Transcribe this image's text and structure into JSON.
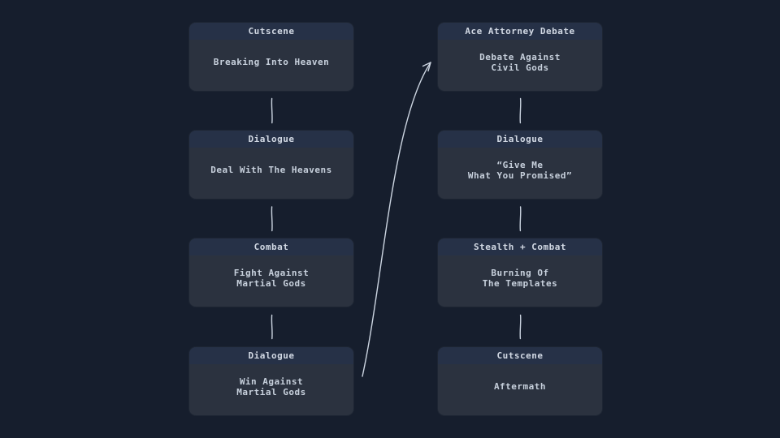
{
  "diagram": {
    "background_color": "#161e2d",
    "card_header_color": "#263147",
    "card_body_color": "#2b323f",
    "text_color": "#c7d0dc",
    "connector_color": "#ccd5e1",
    "cards": [
      {
        "type": "Cutscene",
        "title": "Breaking Into Heaven"
      },
      {
        "type": "Dialogue",
        "title": "Deal With The Heavens"
      },
      {
        "type": "Combat",
        "title": "Fight Against\nMartial Gods"
      },
      {
        "type": "Dialogue",
        "title": "Win Against\nMartial Gods"
      },
      {
        "type": "Ace Attorney Debate",
        "title": "Debate Against\nCivil Gods"
      },
      {
        "type": "Dialogue",
        "title": "“Give Me\nWhat You Promised”"
      },
      {
        "type": "Stealth + Combat",
        "title": "Burning Of\nThe Templates"
      },
      {
        "type": "Cutscene",
        "title": "Aftermath"
      }
    ],
    "connectors": [
      {
        "from": "Breaking Into Heaven",
        "to": "Deal With The Heavens",
        "shape": "vertical-line"
      },
      {
        "from": "Deal With The Heavens",
        "to": "Fight Against Martial Gods",
        "shape": "vertical-line"
      },
      {
        "from": "Fight Against Martial Gods",
        "to": "Win Against Martial Gods",
        "shape": "vertical-line"
      },
      {
        "from": "Debate Against Civil Gods",
        "to": "Give Me What You Promised",
        "shape": "vertical-line"
      },
      {
        "from": "Give Me What You Promised",
        "to": "Burning Of The Templates",
        "shape": "vertical-line"
      },
      {
        "from": "Burning Of The Templates",
        "to": "Aftermath",
        "shape": "vertical-line"
      },
      {
        "from": "Win Against Martial Gods",
        "to": "Debate Against Civil Gods",
        "shape": "curved-arrow"
      }
    ]
  }
}
